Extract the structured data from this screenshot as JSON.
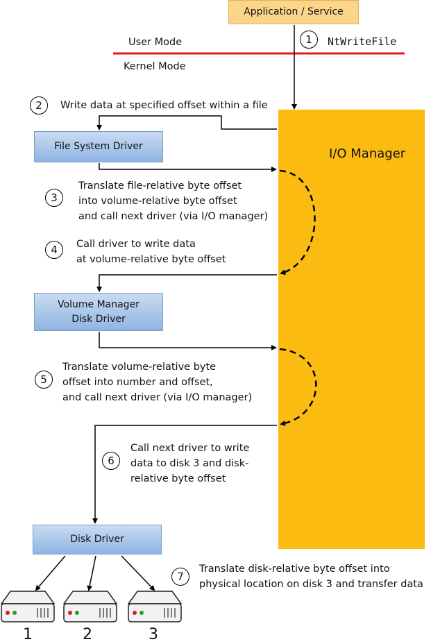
{
  "app_box": "Application / Service",
  "user_mode": "User Mode",
  "kernel_mode": "Kernel Mode",
  "io_manager": "I/O Manager",
  "steps": [
    {
      "num": "1",
      "text": "NtWriteFile"
    },
    {
      "num": "2",
      "text": "Write data at specified offset within a file"
    },
    {
      "num": "3",
      "lines": [
        "Translate file-relative byte offset",
        "into volume-relative byte offset",
        "and call next driver (via I/O manager)"
      ]
    },
    {
      "num": "4",
      "lines": [
        "Call driver to write data",
        "at volume-relative byte offset"
      ]
    },
    {
      "num": "5",
      "lines": [
        "Translate volume-relative byte",
        "offset into number and offset,",
        "and call next driver (via I/O manager)"
      ]
    },
    {
      "num": "6",
      "lines": [
        "Call next driver to write",
        "data to disk 3 and disk-",
        "relative byte offset"
      ]
    },
    {
      "num": "7",
      "lines": [
        "Translate disk-relative byte offset into",
        "physical location on disk 3 and transfer data"
      ]
    }
  ],
  "drivers": {
    "file_system": "File System Driver",
    "volume_manager": [
      "Volume Manager",
      "Disk Driver"
    ],
    "disk": "Disk Driver"
  },
  "disks": [
    "1",
    "2",
    "3"
  ],
  "colors": {
    "io_manager": "#fbbb10",
    "mode_line": "#e8141c",
    "driver_box": "#9dbde6",
    "app_box": "#fbd58a"
  }
}
